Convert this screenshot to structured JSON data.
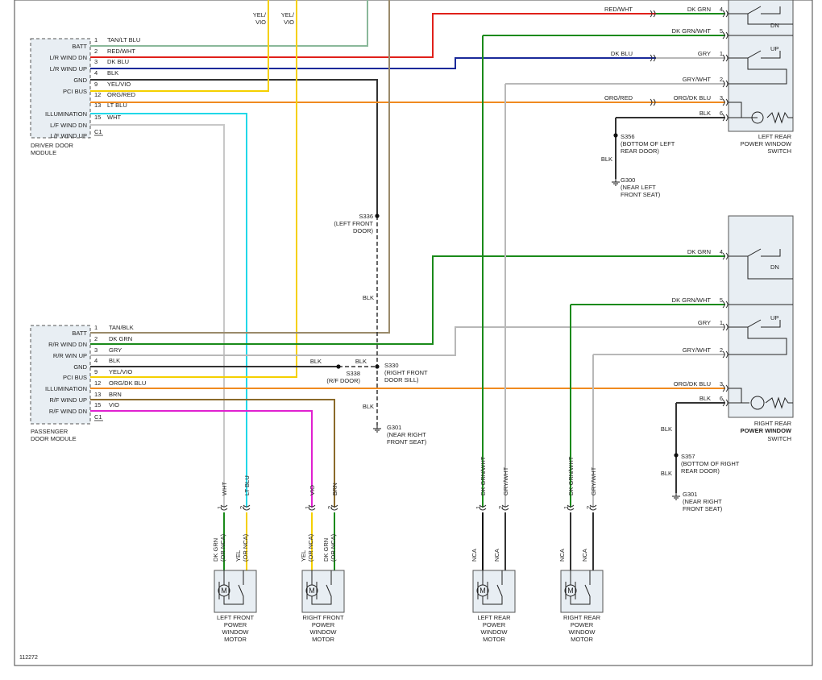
{
  "figure_number": "112272",
  "driver_module": {
    "name": "DRIVER DOOR\nMODULE",
    "connector": "C1",
    "pins": [
      {
        "label": "BATT",
        "num": "1",
        "wire": "TAN/LT BLU"
      },
      {
        "label": "L/R WIND DN",
        "num": "2",
        "wire": "RED/WHT"
      },
      {
        "label": "L/R WIND UP",
        "num": "3",
        "wire": "DK BLU"
      },
      {
        "label": "GND",
        "num": "4",
        "wire": "BLK"
      },
      {
        "label": "PCI BUS",
        "num": "9",
        "wire": "YEL/VIO"
      },
      {
        "label": "",
        "num": "12",
        "wire": "ORG/RED"
      },
      {
        "label": "ILLUMINATION",
        "num": "13",
        "wire": "LT BLU"
      },
      {
        "label": "L/F WIND DN",
        "num": "15",
        "wire": "WHT"
      },
      {
        "label": "L/F WIND UP",
        "num": "",
        "wire": ""
      }
    ]
  },
  "passenger_module": {
    "name": "PASSENGER\nDOOR MODULE",
    "connector": "C1",
    "pins": [
      {
        "label": "BATT",
        "num": "1",
        "wire": "TAN/BLK"
      },
      {
        "label": "R/R WIND DN",
        "num": "2",
        "wire": "DK GRN"
      },
      {
        "label": "R/R WIN UP",
        "num": "3",
        "wire": "GRY"
      },
      {
        "label": "GND",
        "num": "4",
        "wire": "BLK"
      },
      {
        "label": "PCI BUS",
        "num": "9",
        "wire": "YEL/VIO"
      },
      {
        "label": "ILLUMINATION",
        "num": "12",
        "wire": "ORG/DK BLU"
      },
      {
        "label": "R/F WIND UP",
        "num": "13",
        "wire": "BRN"
      },
      {
        "label": "R/F WIND DN",
        "num": "15",
        "wire": "VIO"
      }
    ]
  },
  "top_labels": {
    "yel_vio_1": "YEL/\nVIO",
    "yel_vio_2": "YEL/\nVIO"
  },
  "lr_switch": {
    "name": "LEFT REAR\nPOWER WINDOW\nSWITCH",
    "dn": "DN",
    "up": "UP",
    "left_wires": [
      "RED/WHT",
      "DK BLU",
      "ORG/RED"
    ],
    "right_wires": [
      "DK GRN",
      "DK GRN/WHT",
      "GRY",
      "GRY/WHT",
      "ORG/DK BLU",
      "BLK"
    ],
    "pins": [
      "4",
      "5",
      "1",
      "2",
      "3",
      "6"
    ]
  },
  "rr_switch": {
    "name_line1": "RIGHT REAR",
    "name_line2": "POWER WINDOW",
    "name_line3": "SWITCH",
    "dn": "DN",
    "up": "UP",
    "wires": [
      "DK GRN",
      "DK GRN/WHT",
      "GRY",
      "GRY/WHT",
      "ORG/DK BLU",
      "BLK"
    ],
    "pins": [
      "4",
      "5",
      "1",
      "2",
      "3",
      "6"
    ]
  },
  "splices": {
    "s356": "S356\n(BOTTOM OF LEFT\nREAR DOOR)",
    "g300": "G300\n(NEAR LEFT\nFRONT SEAT)",
    "s336": "S336\n(LEFT FRONT\nDOOR)",
    "s330": "S330\n(RIGHT FRONT\nDOOR SILL)",
    "s338": "S338\n(R/F DOOR)",
    "g301a": "G301\n(NEAR RIGHT\nFRONT SEAT)",
    "s357": "S357\n(BOTTOM OF RIGHT\nREAR DOOR)",
    "g301b": "G301\n(NEAR RIGHT\nFRONT SEAT)"
  },
  "blk": "BLK",
  "motors": [
    {
      "name": "LEFT FRONT\nPOWER\nWINDOW\nMOTOR",
      "w1": "WHT",
      "w2": "LT BLU",
      "n1": "DK GRN\n(OR NCA)",
      "n2": "YEL\n(OR NCA)",
      "p1": "1",
      "p2": "2"
    },
    {
      "name": "RIGHT FRONT\nPOWER\nWINDOW\nMOTOR",
      "w1": "VIO",
      "w2": "BRN",
      "n1": "YEL\n(OR NCA)",
      "n2": "DK GRN\n(OR NCA)",
      "p1": "1",
      "p2": "2"
    },
    {
      "name": "LEFT REAR\nPOWER\nWINDOW\nMOTOR",
      "w1": "DK GRN/WHT",
      "w2": "GRY/WHT",
      "n1": "NCA",
      "n2": "NCA",
      "p1": "1",
      "p2": "2"
    },
    {
      "name": "RIGHT REAR\nPOWER\nWINDOW\nMOTOR",
      "w1": "DK GRN/WHT",
      "w2": "GRY/WHT",
      "n1": "NCA",
      "n2": "NCA",
      "p1": "1",
      "p2": "2"
    }
  ],
  "motor_symbol": "M",
  "colors": {
    "tan": "#8a8a6e",
    "red": "#e0201a",
    "dkblu": "#1a2a9a",
    "blk": "#333333",
    "yel": "#f5d000",
    "org": "#f08a20",
    "ltblu": "#22d8e8",
    "wht": "#c8c8c8",
    "dkgrn": "#1a8a1a",
    "gry": "#b8b8b8",
    "brn": "#8a6a2a",
    "vio": "#e020d0",
    "tanltblu": "#8ab89a",
    "tanblk": "#9a8a6a"
  }
}
